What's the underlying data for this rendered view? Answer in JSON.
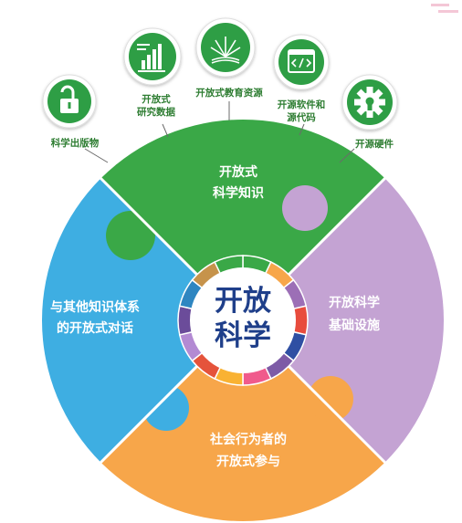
{
  "center": {
    "line1": "开放",
    "line2": "科学"
  },
  "quadrants": {
    "top": {
      "line1": "开放式",
      "line2": "科学知识",
      "color": "#3aa847"
    },
    "right": {
      "line1": "开放科学",
      "line2": "基础设施",
      "color": "#c4a3d3"
    },
    "bottom": {
      "line1": "社会行为者的",
      "line2": "开放式参与",
      "color": "#f7a64a"
    },
    "left": {
      "line1": "与其他知识体系",
      "line2": "的开放式对话",
      "color": "#3eaee2"
    }
  },
  "icons": [
    {
      "id": "lock",
      "lines": [
        "科学出版物"
      ],
      "icon": "open-lock-icon"
    },
    {
      "id": "data",
      "lines": [
        "开放式",
        "研究数据"
      ],
      "icon": "research-data-icon"
    },
    {
      "id": "edu",
      "lines": [
        "开放式教育资源"
      ],
      "icon": "education-book-icon"
    },
    {
      "id": "code",
      "lines": [
        "开源软件和",
        "源代码"
      ],
      "icon": "source-code-window-icon"
    },
    {
      "id": "gear",
      "lines": [
        "开源硬件"
      ],
      "icon": "hardware-gear-icon"
    }
  ],
  "colors": {
    "icon_green": "#2e9e44",
    "center_text": "#1f3f8a"
  }
}
